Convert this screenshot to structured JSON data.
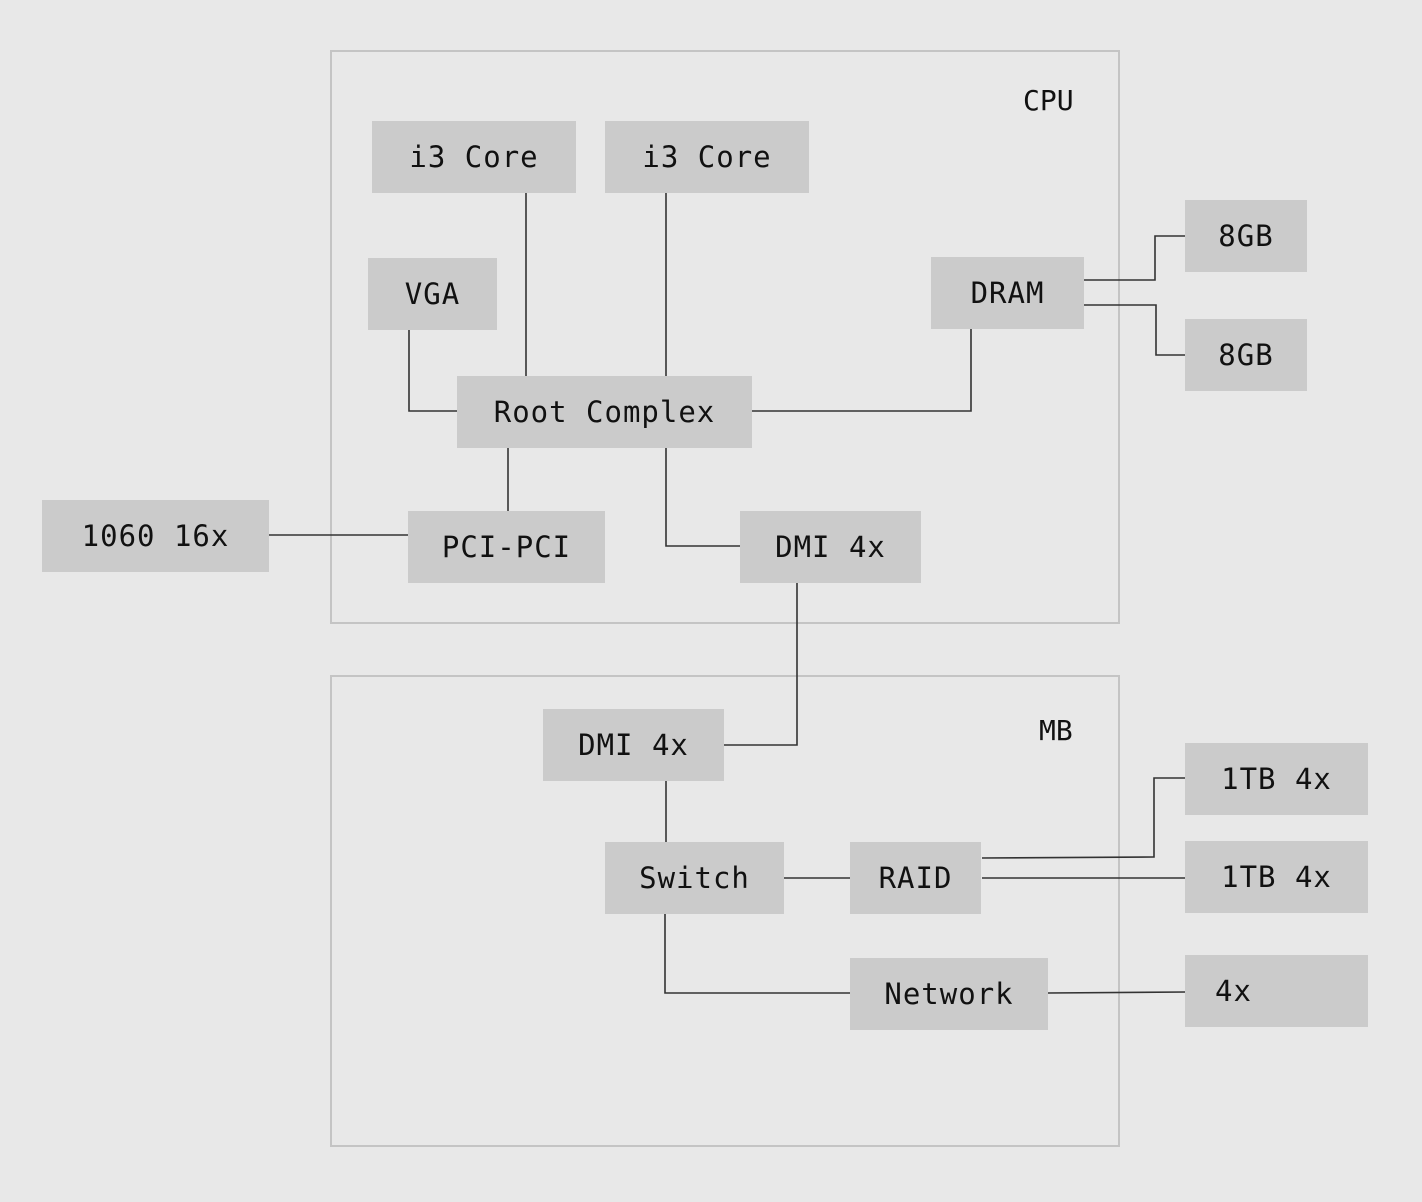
{
  "groups": {
    "cpu": {
      "label": "CPU"
    },
    "mb": {
      "label": "MB"
    }
  },
  "nodes": {
    "core1": "i3 Core",
    "core2": "i3 Core",
    "vga": "VGA",
    "dram": "DRAM",
    "mem1": "8GB",
    "mem2": "8GB",
    "root": "Root Complex",
    "gpu": "1060 16x",
    "pcipci": "PCI-PCI",
    "dmi_cpu": "DMI 4x",
    "dmi_mb": "DMI 4x",
    "switch": "Switch",
    "raid": "RAID",
    "disk1": "1TB 4x",
    "disk2": "1TB 4x",
    "network": "Network",
    "nic": "4x"
  },
  "connections": [
    [
      "core1",
      "root"
    ],
    [
      "core2",
      "root"
    ],
    [
      "vga",
      "root"
    ],
    [
      "root",
      "dram"
    ],
    [
      "dram",
      "mem1"
    ],
    [
      "dram",
      "mem2"
    ],
    [
      "root",
      "pcipci"
    ],
    [
      "pcipci",
      "gpu"
    ],
    [
      "root",
      "dmi_cpu"
    ],
    [
      "dmi_cpu",
      "dmi_mb"
    ],
    [
      "dmi_mb",
      "switch"
    ],
    [
      "switch",
      "raid"
    ],
    [
      "raid",
      "disk1"
    ],
    [
      "raid",
      "disk2"
    ],
    [
      "switch",
      "network"
    ],
    [
      "network",
      "nic"
    ]
  ]
}
